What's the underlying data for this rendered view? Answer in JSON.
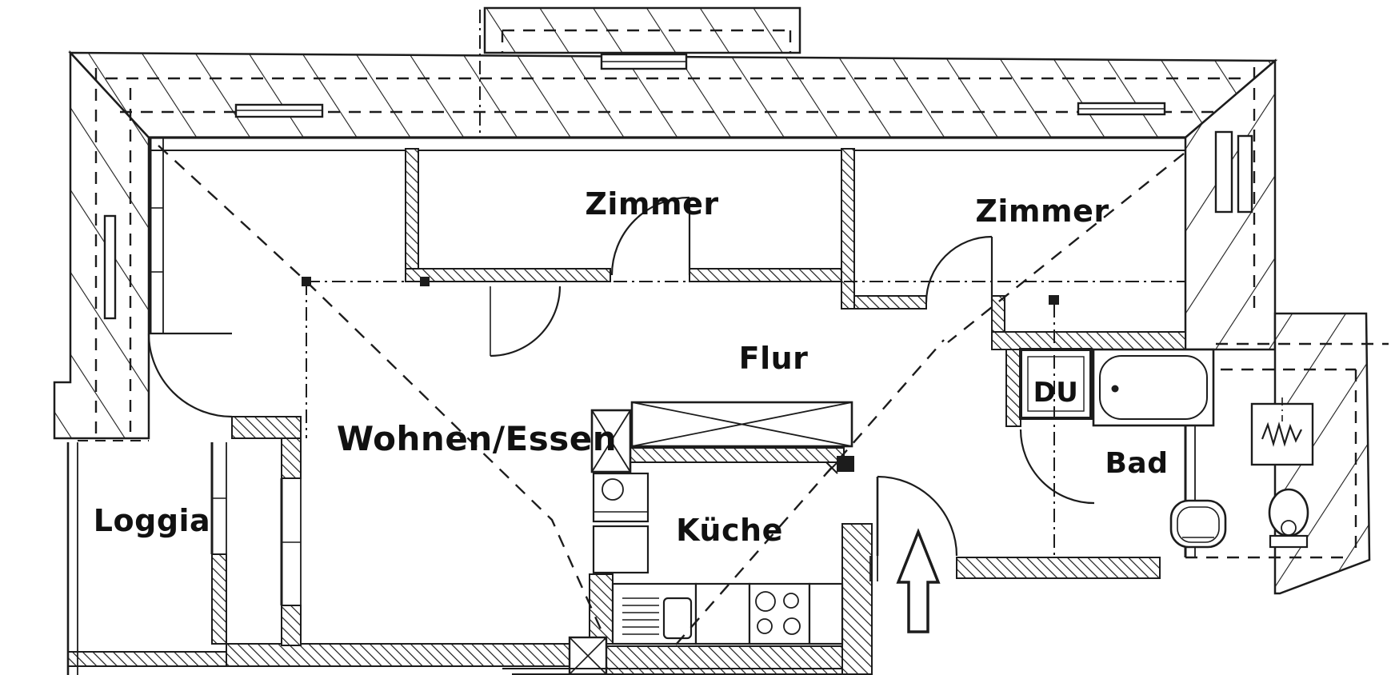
{
  "colors": {
    "ink": "#1c1c1c",
    "paper": "#ffffff"
  },
  "rooms": {
    "zimmer_left": {
      "label": "Zimmer"
    },
    "zimmer_right": {
      "label": "Zimmer"
    },
    "flur": {
      "label": "Flur"
    },
    "wohnen_essen": {
      "label": "Wohnen/Essen"
    },
    "loggia": {
      "label": "Loggia"
    },
    "kueche": {
      "label": "Küche"
    },
    "bad": {
      "label": "Bad"
    },
    "du": {
      "label": "DU"
    }
  },
  "symbols": {
    "fixtures": [
      "bathtub",
      "shower-tray",
      "washbasin",
      "toilet",
      "washing-machine",
      "kitchen-sink",
      "stove-four-burners",
      "built-in-cupboard",
      "kitchen-tall-cabinet",
      "entrance-arrow"
    ],
    "wall_hatch_style": "dense-diagonal",
    "roof_band_hatch_style": "wide-diagonal",
    "reference_line_styles": [
      "dashed-knee-wall",
      "dash-dot-axis",
      "node-square"
    ]
  }
}
